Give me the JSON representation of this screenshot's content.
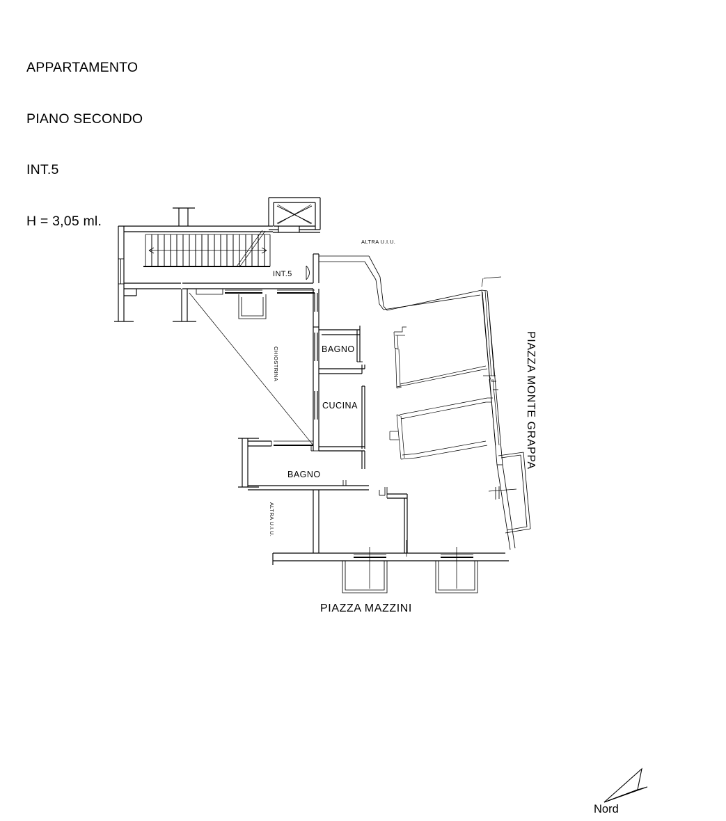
{
  "document": {
    "kind": "architectural-floor-plan",
    "title_lines": [
      "APPARTAMENTO",
      "PIANO SECONDO",
      "INT.5",
      "H = 3,05 ml."
    ],
    "unit_label": "INT.5",
    "ceiling_height": "H = 3,05 ml."
  },
  "rooms": [
    {
      "id": "bagno-1",
      "label": "BAGNO"
    },
    {
      "id": "cucina",
      "label": "CUCINA"
    },
    {
      "id": "bagno-2",
      "label": "BAGNO"
    },
    {
      "id": "chiostrina",
      "label": "CHIOSTRINA"
    }
  ],
  "annotations": {
    "adjacent_unit_top": "ALTRA U.I.U.",
    "adjacent_unit_left": "ALTRA U.I.U.",
    "entrance_unit": "INT.5"
  },
  "streets": {
    "south": "PIAZZA MAZZINI",
    "east": "PIAZZA MONTE GRAPPA"
  },
  "compass": {
    "label": "Nord",
    "icon": "north-arrow-icon"
  },
  "colors": {
    "background": "#ffffff",
    "ink": "#000000"
  }
}
